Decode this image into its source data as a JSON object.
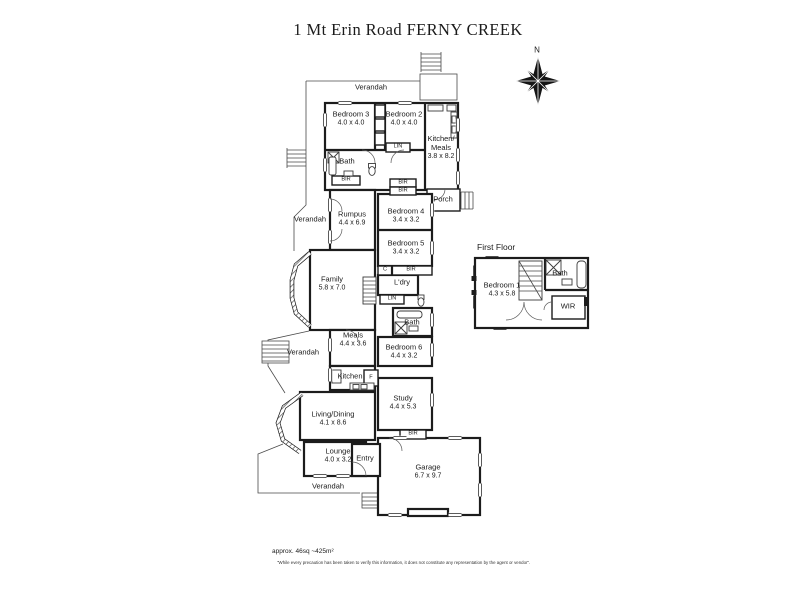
{
  "title": "1 Mt Erin Road FERNY CREEK",
  "compass": {
    "north": "N"
  },
  "ground_floor": {
    "verandah_top": "Verandah",
    "verandah_left_upper": "Verandah",
    "verandah_left_lower": "Verandah",
    "verandah_bottom": "Verandah",
    "rooms": {
      "bedroom3": {
        "name": "Bedroom 3",
        "dims": "4.0 x 4.0"
      },
      "bedroom2": {
        "name": "Bedroom 2",
        "dims": "4.0 x 4.0"
      },
      "kitchen_meals": {
        "name": "Kitchen/",
        "name2": "Meals",
        "dims": "3.8 x 8.2"
      },
      "bath_upper": {
        "name": "Bath"
      },
      "porch": {
        "name": "Porch"
      },
      "rumpus": {
        "name": "Rumpus",
        "dims": "4.4 x 6.9"
      },
      "bedroom4": {
        "name": "Bedroom 4",
        "dims": "3.4 x 3.2"
      },
      "bedroom5": {
        "name": "Bedroom 5",
        "dims": "3.4 x 3.2"
      },
      "family": {
        "name": "Family",
        "dims": "5.8 x 7.0"
      },
      "laundry": {
        "name": "L'dry"
      },
      "bath_mid": {
        "name": "Bath"
      },
      "meals": {
        "name": "Meals",
        "dims": "4.4 x 3.6"
      },
      "bedroom6": {
        "name": "Bedroom 6",
        "dims": "4.4 x 3.2"
      },
      "kitchen": {
        "name": "Kitchen"
      },
      "study": {
        "name": "Study",
        "dims": "4.4 x 5.3"
      },
      "living_dining": {
        "name": "Living/Dining",
        "dims": "4.1 x 8.6"
      },
      "lounge": {
        "name": "Lounge",
        "dims": "4.0 x 3.2"
      },
      "entry": {
        "name": "Entry"
      },
      "garage": {
        "name": "Garage",
        "dims": "6.7 x 9.7"
      }
    },
    "closets": {
      "lin_upper": "LIN",
      "bir_bath": "BIR",
      "bir_hall1": "BIR",
      "bir_hall2": "BIR",
      "c_mid": "C",
      "bir_mid": "BIR",
      "lin_mid": "LIN",
      "fridge": "F",
      "bir_study": "BIR"
    }
  },
  "first_floor": {
    "heading": "First Floor",
    "rooms": {
      "bedroom1": {
        "name": "Bedroom 1",
        "dims": "4.3 x 5.8"
      },
      "bath": {
        "name": "Bath"
      },
      "wir": {
        "name": "WIR"
      }
    }
  },
  "footer": {
    "area": "approx. 46sq ~425m²",
    "disclaimer": "\"While every precaution has been taken to verify this information, it does not constitute any representation by the agent or vendor\"."
  },
  "colors": {
    "ink": "#1c1c1c",
    "paper": "#ffffff"
  }
}
